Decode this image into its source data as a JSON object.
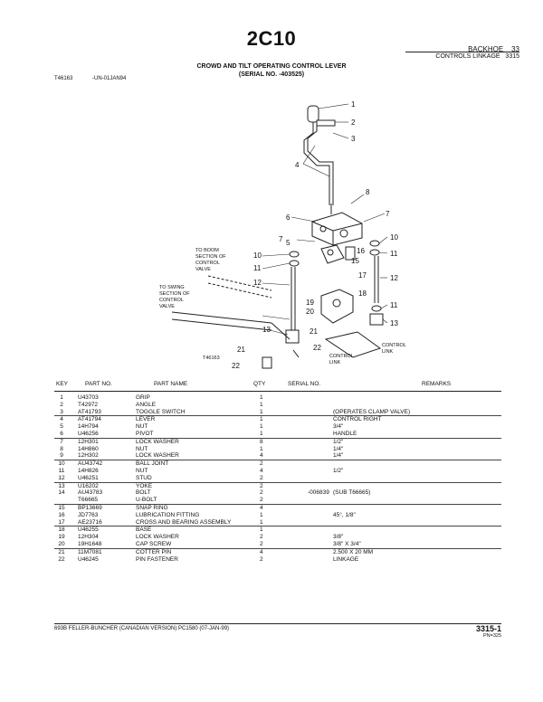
{
  "header": {
    "title": "2C10",
    "section": "BACKHOE",
    "page_num": "33",
    "subsection": "CONTROLS LINKAGE",
    "subsection_num": "3315",
    "doc_title": "CROWD AND TILT OPERATING CONTROL LEVER",
    "serial_line": "(SERIAL NO.        -403525)",
    "fig_ref": "T46163",
    "fig_code": "-UN-01JAN94"
  },
  "diagram": {
    "figure_label": "T46163",
    "notes": {
      "boom": [
        "TO BOOM",
        "SECTION OF",
        "CONTROL",
        "VALVE"
      ],
      "swing": [
        "TO SWING",
        "SECTION OF",
        "CONTROL",
        "VALVE"
      ],
      "control_link": [
        "CONTROL",
        "LINK"
      ],
      "control_link2": [
        "CONTROL",
        "LINK"
      ]
    },
    "callouts": [
      "1",
      "2",
      "3",
      "4",
      "5",
      "6",
      "7",
      "8",
      "7",
      "10",
      "11",
      "12",
      "13",
      "15",
      "16",
      "17",
      "18",
      "19",
      "20",
      "21",
      "22",
      "10",
      "11",
      "12",
      "11",
      "13",
      "21",
      "22"
    ]
  },
  "table": {
    "headers": {
      "key": "KEY",
      "part": "PART NO.",
      "name": "PART NAME",
      "qty": "QTY",
      "serial": "SERIAL NO.",
      "remarks": "REMARKS"
    },
    "rows": [
      {
        "key": "1",
        "part": "U43703",
        "name": "GRIP",
        "qty": "1",
        "serial": "",
        "rem": "",
        "sep": false
      },
      {
        "key": "2",
        "part": "T42972",
        "name": "ANGLE",
        "qty": "1",
        "serial": "",
        "rem": "",
        "sep": false
      },
      {
        "key": "3",
        "part": "AT41793",
        "name": "TOGGLE SWITCH",
        "qty": "1",
        "serial": "",
        "rem": "(OPERATES CLAMP VALVE)",
        "sep": true
      },
      {
        "key": "4",
        "part": "AT41794",
        "name": "LEVER",
        "qty": "1",
        "serial": "",
        "rem": "CONTROL RIGHT",
        "sep": false
      },
      {
        "key": "5",
        "part": "14H794",
        "name": "NUT",
        "qty": "1",
        "serial": "",
        "rem": "3/4\"",
        "sep": false
      },
      {
        "key": "6",
        "part": "U46256",
        "name": "PIVOT",
        "qty": "1",
        "serial": "",
        "rem": "HANDLE",
        "sep": true
      },
      {
        "key": "7",
        "part": "12H301",
        "name": "LOCK WASHER",
        "qty": "8",
        "serial": "",
        "rem": "1/2\"",
        "sep": false
      },
      {
        "key": "8",
        "part": "14H860",
        "name": "NUT",
        "qty": "1",
        "serial": "",
        "rem": "1/4\"",
        "sep": false
      },
      {
        "key": "9",
        "part": "12H302",
        "name": "LOCK WASHER",
        "qty": "4",
        "serial": "",
        "rem": "1/4\"",
        "sep": true
      },
      {
        "key": "10",
        "part": "AU43742",
        "name": "BALL JOINT",
        "qty": "2",
        "serial": "",
        "rem": "",
        "sep": false
      },
      {
        "key": "11",
        "part": "14H826",
        "name": "NUT",
        "qty": "4",
        "serial": "",
        "rem": "1/2\"",
        "sep": false
      },
      {
        "key": "12",
        "part": "U46251",
        "name": "STUD",
        "qty": "2",
        "serial": "",
        "rem": "",
        "sep": true
      },
      {
        "key": "13",
        "part": "U16202",
        "name": "YOKE",
        "qty": "2",
        "serial": "",
        "rem": "",
        "sep": false
      },
      {
        "key": "14",
        "part": "AU43783",
        "name": "BOLT",
        "qty": "2",
        "serial": "-006839",
        "rem": "(SUB T66665)",
        "sep": false
      },
      {
        "key": "",
        "part": "T66665",
        "name": "U-BOLT",
        "qty": "2",
        "serial": "",
        "rem": "",
        "sep": true
      },
      {
        "key": "15",
        "part": "BP13669",
        "name": "SNAP RING",
        "qty": "4",
        "serial": "",
        "rem": "",
        "sep": false
      },
      {
        "key": "16",
        "part": "JD7763",
        "name": "LUBRICATION FITTING",
        "qty": "1",
        "serial": "",
        "rem": "45°, 1/8\"",
        "sep": false
      },
      {
        "key": "17",
        "part": "AE23716",
        "name": "CROSS AND BEARING ASSEMBLY",
        "qty": "1",
        "serial": "",
        "rem": "",
        "sep": true
      },
      {
        "key": "18",
        "part": "U46255",
        "name": "BASE",
        "qty": "1",
        "serial": "",
        "rem": "",
        "sep": false
      },
      {
        "key": "19",
        "part": "12H304",
        "name": "LOCK WASHER",
        "qty": "2",
        "serial": "",
        "rem": "3/8\"",
        "sep": false
      },
      {
        "key": "20",
        "part": "19H1648",
        "name": "CAP SCREW",
        "qty": "2",
        "serial": "",
        "rem": "3/8\" X 3/4\"",
        "sep": true
      },
      {
        "key": "21",
        "part": "11M7081",
        "name": "COTTER PIN",
        "qty": "4",
        "serial": "",
        "rem": "2.500 X 20 MM",
        "sep": false
      },
      {
        "key": "22",
        "part": "U46245",
        "name": "PIN FASTENER",
        "qty": "2",
        "serial": "",
        "rem": "LINKAGE",
        "sep": false
      }
    ]
  },
  "footer": {
    "model": "693B FELLER-BUNCHER (CANADIAN VERSION)  PC1580   (07-JAN-99)",
    "page": "3315-1",
    "pn": "PN=325"
  }
}
